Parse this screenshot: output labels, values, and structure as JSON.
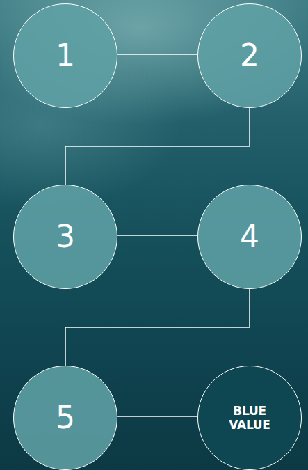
{
  "diagram": {
    "nodes": [
      {
        "text": [
          "1"
        ]
      },
      {
        "text": [
          "2"
        ]
      },
      {
        "text": [
          "3"
        ]
      },
      {
        "text": [
          "4"
        ]
      },
      {
        "text": [
          "5"
        ]
      },
      {
        "text": [
          "BLUE VALUE"
        ]
      }
    ],
    "edges": [
      {
        "from": 0,
        "to": 1,
        "arrow": "none"
      },
      {
        "from": 1,
        "to": 2,
        "arrow": "none"
      },
      {
        "from": 2,
        "to": 3,
        "arrow": "none"
      },
      {
        "from": 3,
        "to": 4,
        "arrow": "none"
      },
      {
        "from": 4,
        "to": 5,
        "arrow": "none"
      }
    ]
  }
}
